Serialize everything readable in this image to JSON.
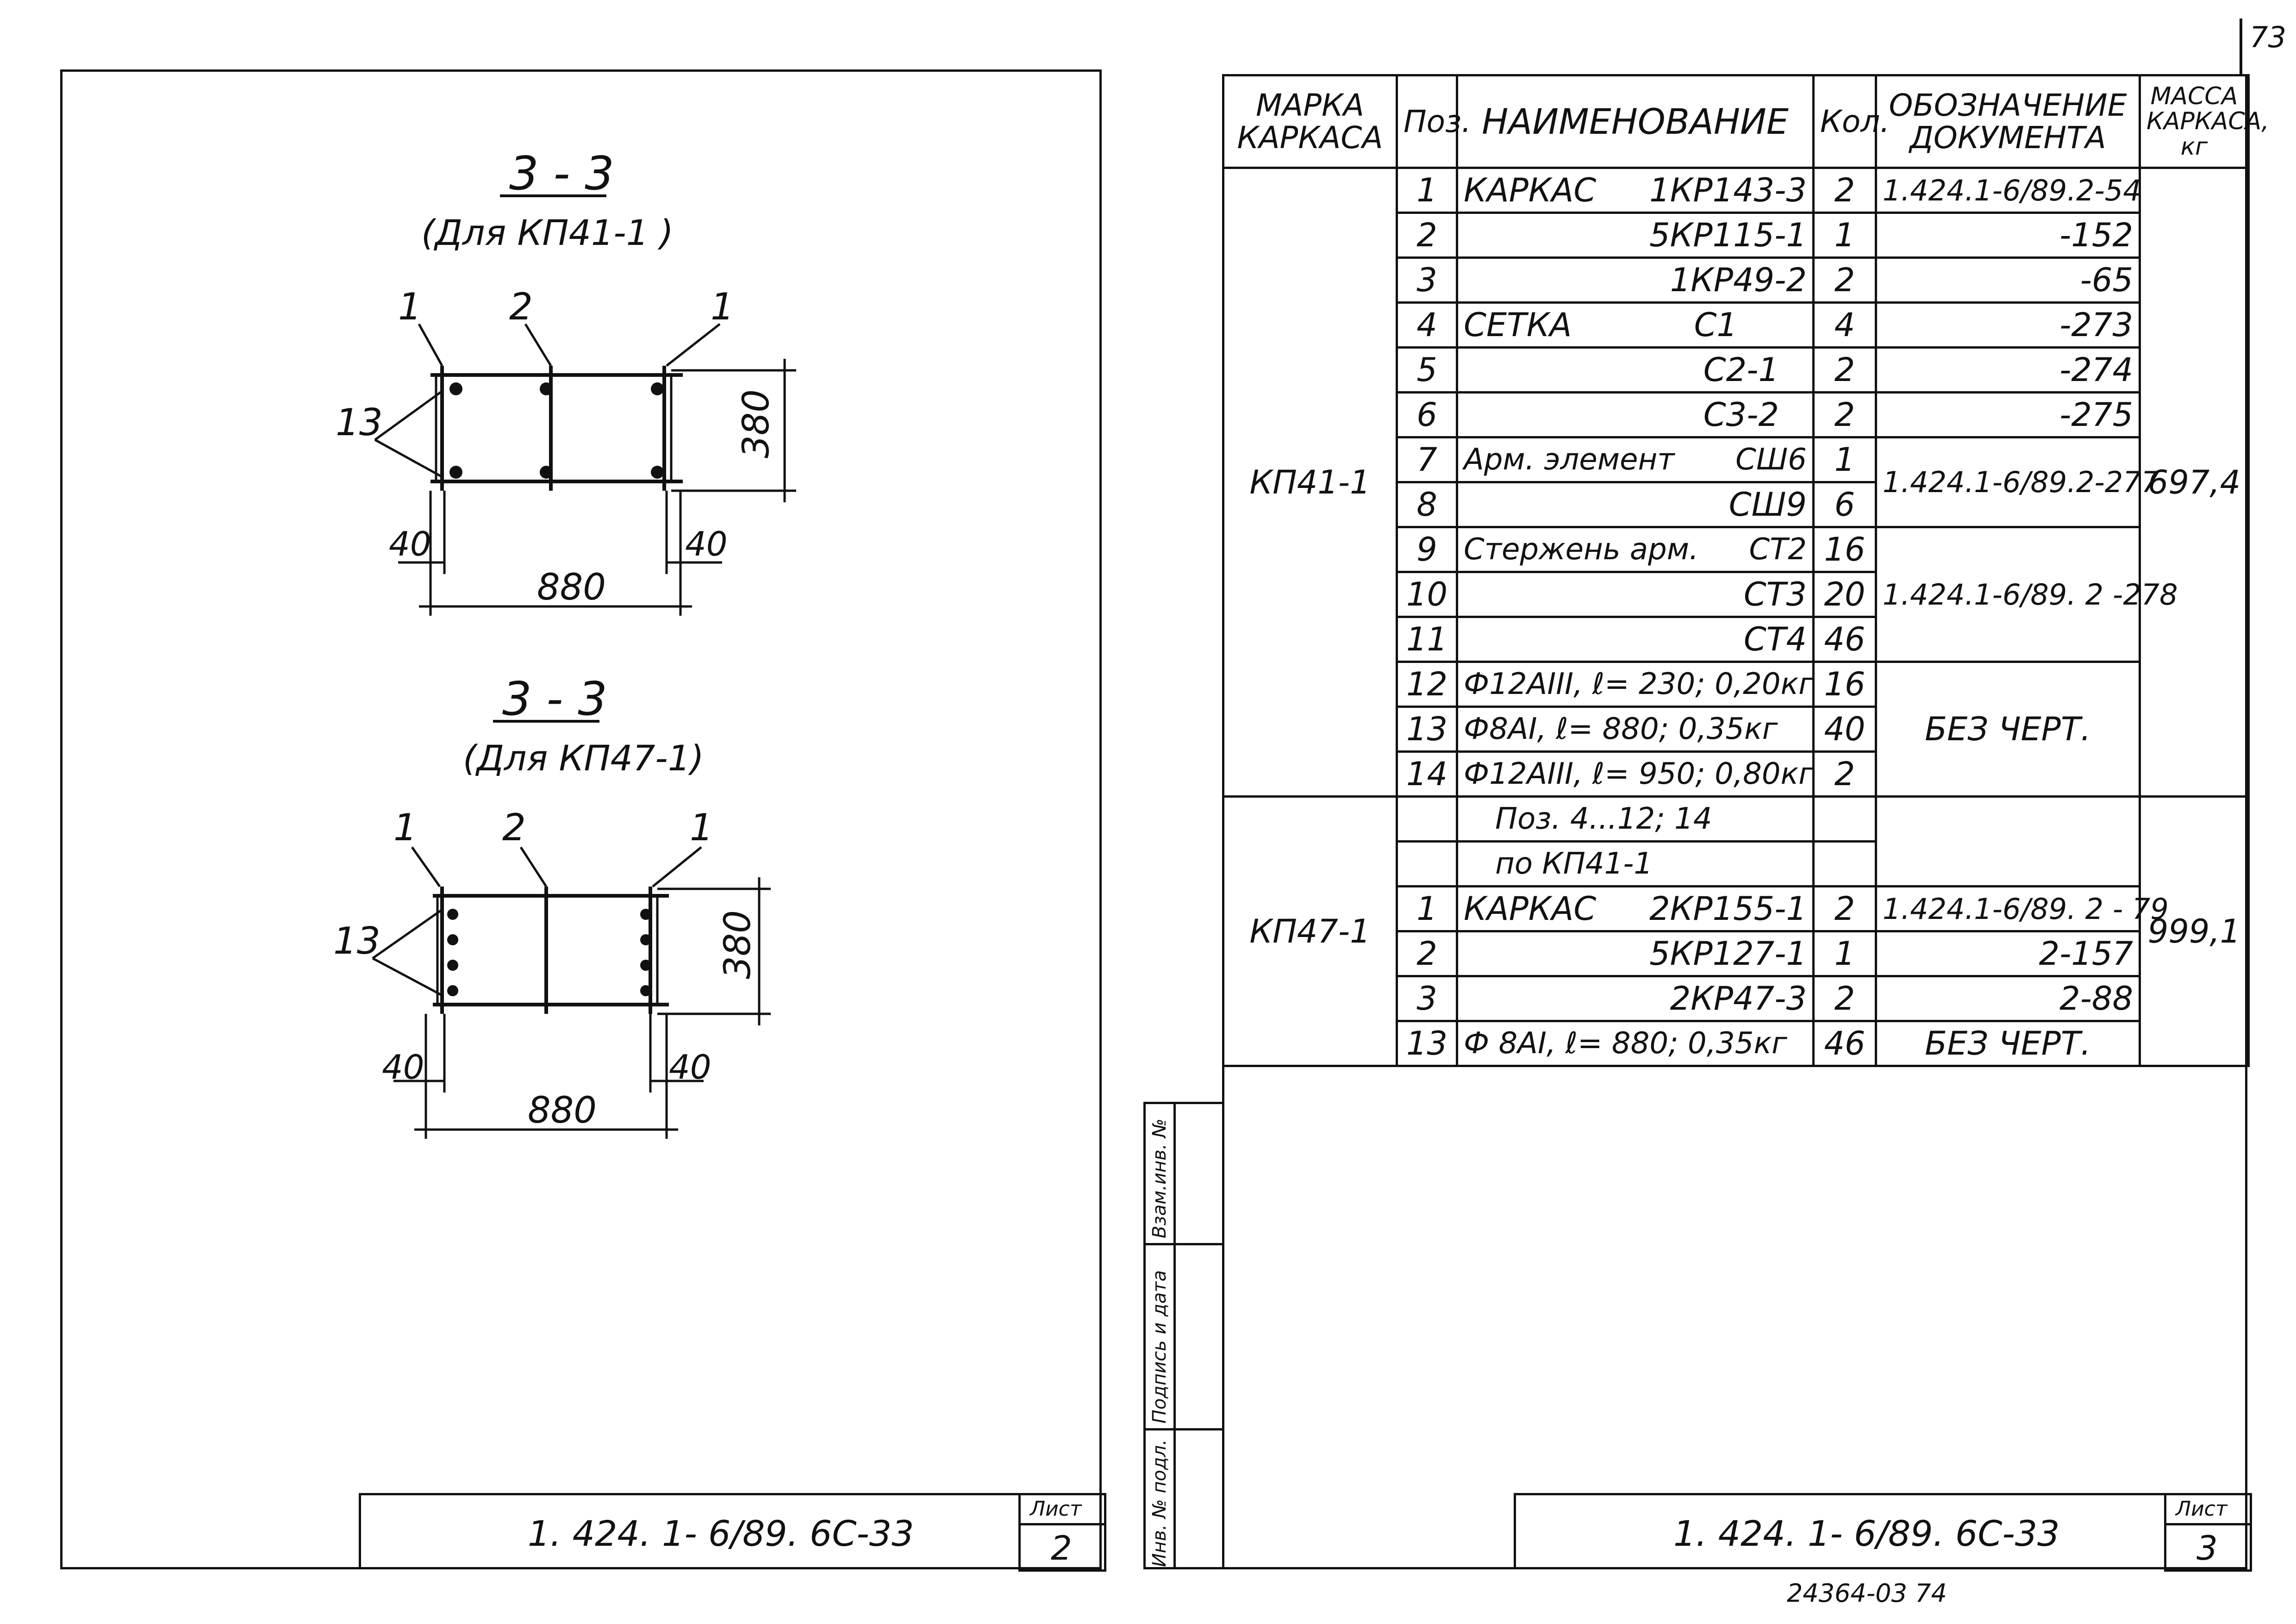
{
  "page_number_top": "73",
  "bottom_stamp": "24364-03  74",
  "left_sheet": {
    "section1": {
      "title": "3 - 3",
      "subtitle": "(Для КП41-1 )"
    },
    "section2": {
      "title": "3 - 3",
      "subtitle": "(Для КП47-1)"
    },
    "labels": {
      "pos1": "1",
      "pos2": "2",
      "pos13": "13"
    },
    "dims": {
      "height": "380",
      "edge_left": "40",
      "edge_right": "40",
      "width": "880"
    },
    "title_block": {
      "code": "1. 424. 1- 6/89. 6С-33",
      "sheet_label": "Лист",
      "sheet_no": "2"
    }
  },
  "right_sheet": {
    "headers": {
      "mark": "МАРКА КАРКАСА",
      "pos": "Поз.",
      "name": "НАИМЕНОВАНИЕ",
      "qty": "Кол.",
      "doc": "ОБОЗНАЧЕНИЕ ДОКУМЕНТА",
      "mass": "МАССА КАРКАСА, кг"
    },
    "group1": {
      "mark": "КП41-1",
      "mass": "697,4",
      "rows": [
        {
          "pos": "1",
          "name_left": "КАРКАС",
          "name_right": "1КР143-3",
          "qty": "2",
          "doc": "1.424.1-6/89.2-54"
        },
        {
          "pos": "2",
          "name_left": "",
          "name_right": "5КР115-1",
          "qty": "1",
          "doc": "-152"
        },
        {
          "pos": "3",
          "name_left": "",
          "name_right": "1КР49-2",
          "qty": "2",
          "doc": "-65"
        },
        {
          "pos": "4",
          "name_left": "СЕТКА",
          "name_right": "С1",
          "qty": "4",
          "doc": "-273"
        },
        {
          "pos": "5",
          "name_left": "",
          "name_right": "С2-1",
          "qty": "2",
          "doc": "-274"
        },
        {
          "pos": "6",
          "name_left": "",
          "name_right": "С3-2",
          "qty": "2",
          "doc": "-275"
        },
        {
          "pos": "7",
          "name_left": "Арм. элемент",
          "name_right": "СШ6",
          "qty": "1",
          "doc": ""
        },
        {
          "pos": "8",
          "name_left": "",
          "name_right": "СШ9",
          "qty": "6",
          "doc": ""
        },
        {
          "pos": "9",
          "name_left": "Стержень арм.",
          "name_right": "СТ2",
          "qty": "16",
          "doc": ""
        },
        {
          "pos": "10",
          "name_left": "",
          "name_right": "СТ3",
          "qty": "20",
          "doc": ""
        },
        {
          "pos": "11",
          "name_left": "",
          "name_right": "СТ4",
          "qty": "46",
          "doc": ""
        },
        {
          "pos": "12",
          "name_left": "Ф12АIII, ℓ= 230; 0,20кг",
          "name_right": "",
          "qty": "16",
          "doc": ""
        },
        {
          "pos": "13",
          "name_left": "Ф8АI, ℓ= 880; 0,35кг",
          "name_right": "",
          "qty": "40",
          "doc": ""
        },
        {
          "pos": "14",
          "name_left": "Ф12АIII, ℓ= 950; 0,80кг",
          "name_right": "",
          "qty": "2",
          "doc": ""
        }
      ],
      "doc_7_8": "1.424.1-6/89.2-277",
      "doc_9_11": "1.424.1-6/89. 2 -278",
      "doc_12_14": "БЕЗ ЧЕРТ."
    },
    "group2": {
      "mark": "КП47-1",
      "mass": "999,1",
      "note_line1": "Поз. 4...12; 14",
      "note_line2": "по КП41-1",
      "rows": [
        {
          "pos": "1",
          "name_left": "КАРКАС",
          "name_right": "2КР155-1",
          "qty": "2",
          "doc": "1.424.1-6/89. 2 - 79"
        },
        {
          "pos": "2",
          "name_left": "",
          "name_right": "5КР127-1",
          "qty": "1",
          "doc": "2-157"
        },
        {
          "pos": "3",
          "name_left": "",
          "name_right": "2КР47-3",
          "qty": "2",
          "doc": "2-88"
        },
        {
          "pos": "13",
          "name_left": "Ф 8АI, ℓ= 880; 0,35кг",
          "name_right": "",
          "qty": "46",
          "doc": "БЕЗ ЧЕРТ."
        }
      ]
    },
    "side_stamp": {
      "col1": "Инв. № подл.",
      "col2": "Подпись и дата",
      "col3": "Взам.инв. №"
    },
    "title_block": {
      "code": "1. 424. 1- 6/89. 6С-33",
      "sheet_label": "Лист",
      "sheet_no": "3"
    }
  }
}
